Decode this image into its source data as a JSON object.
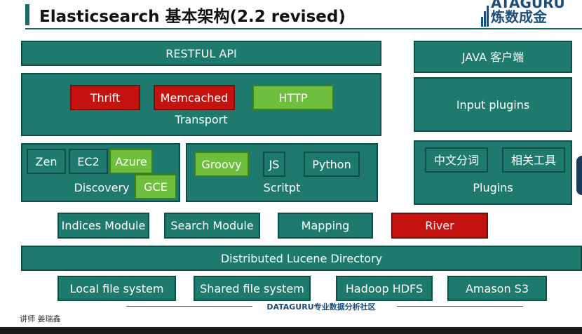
{
  "title": "Elasticsearch 基本架构(2.2 revised)",
  "logo": {
    "line1": "ATAGURU",
    "line2": "炼数成金"
  },
  "restful_api": "RESTFUL API",
  "java_client": "JAVA 客户端",
  "transport": {
    "label": "Transport",
    "items": [
      {
        "label": "Thrift",
        "color": "#c4130f"
      },
      {
        "label": "Memcached",
        "color": "#c4130f"
      },
      {
        "label": "HTTP",
        "color": "#6fbf3f"
      }
    ]
  },
  "input_plugins": "Input  plugins",
  "discovery": {
    "label": "Discovery",
    "items": [
      {
        "label": "Zen",
        "color": "#1f7a6e"
      },
      {
        "label": "EC2",
        "color": "#1f7a6e"
      },
      {
        "label": "Azure",
        "color": "#6fbf3f"
      },
      {
        "label": "GCE",
        "color": "#6fbf3f"
      }
    ]
  },
  "script": {
    "label": "Scritpt",
    "items": [
      {
        "label": "Groovy",
        "color": "#6fbf3f"
      },
      {
        "label": "JS",
        "color": "#1f7a6e"
      },
      {
        "label": "Python",
        "color": "#1f7a6e"
      }
    ]
  },
  "plugins": {
    "label": "Plugins",
    "items": [
      {
        "label": "中文分词",
        "color": "#1f7a6e"
      },
      {
        "label": "相关工具",
        "color": "#1f7a6e"
      }
    ]
  },
  "modules": [
    {
      "label": "Indices Module",
      "color": "#1f7a6e"
    },
    {
      "label": "Search Module",
      "color": "#1f7a6e"
    },
    {
      "label": "Mapping",
      "color": "#1f7a6e"
    },
    {
      "label": "River",
      "color": "#c4130f"
    }
  ],
  "lucene": "Distributed Lucene Directory",
  "storage": [
    "Local file system",
    "Shared file system",
    "Hadoop HDFS",
    "Amason S3"
  ],
  "footer": {
    "community": "DATAGURU专业数据分析社区",
    "lecturer": "讲师 姜瑞鑫"
  }
}
